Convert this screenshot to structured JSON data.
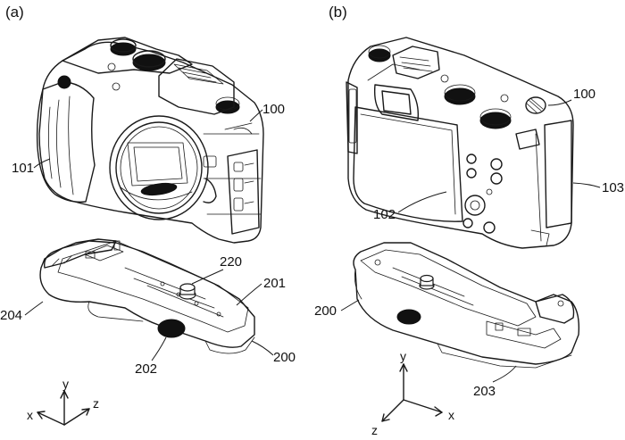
{
  "panels": {
    "a": {
      "label": "(a)"
    },
    "b": {
      "label": "(b)"
    }
  },
  "callouts": {
    "a_camera": "100",
    "a_grip": "101",
    "a_accessory": "200",
    "a_accessory_edge": "201",
    "a_wheel": "202",
    "a_front_end": "204",
    "a_mount_pin": "220",
    "b_camera": "100",
    "b_screen": "102",
    "b_side": "103",
    "b_accessory": "200",
    "b_cover": "203"
  },
  "axes": {
    "a": {
      "x": "x",
      "y": "y",
      "z": "z"
    },
    "b": {
      "x": "x",
      "y": "y",
      "z": "z"
    }
  }
}
